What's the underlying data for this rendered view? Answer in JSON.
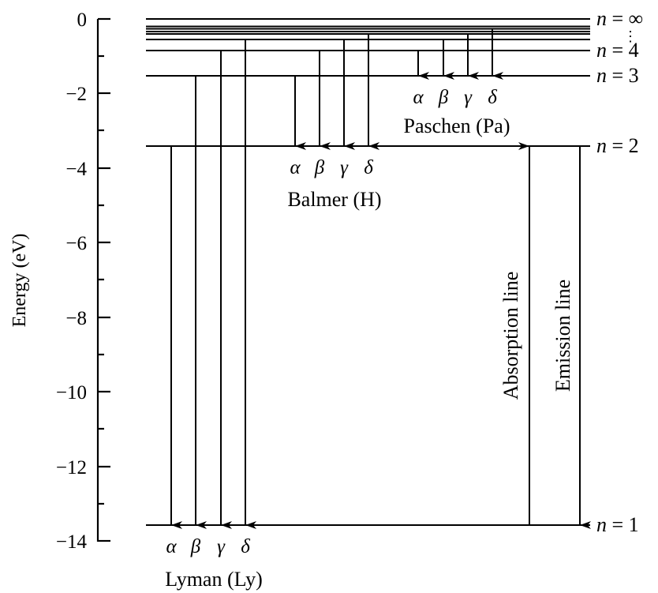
{
  "chart_data": {
    "type": "energy-level-diagram",
    "title": "",
    "ylabel": "Energy (eV)",
    "xlabel": "",
    "ylim": [
      -14,
      0
    ],
    "yticks_major": [
      0,
      -2,
      -4,
      -6,
      -8,
      -10,
      -12,
      -14
    ],
    "ytick_labels": [
      "0",
      "−2",
      "−4",
      "−6",
      "−8",
      "−10",
      "−12",
      "−14"
    ],
    "yticks_minor": [
      -1,
      -3,
      -5,
      -7,
      -9,
      -11,
      -13
    ],
    "levels": [
      {
        "n": "1",
        "energy": -13.6,
        "label": "n = 1"
      },
      {
        "n": "2",
        "energy": -3.4,
        "label": "n = 2"
      },
      {
        "n": "3",
        "energy": -1.51,
        "label": "n = 3"
      },
      {
        "n": "4",
        "energy": -0.85,
        "label": "n = 4"
      },
      {
        "n": "5",
        "energy": -0.54
      },
      {
        "n": "6",
        "energy": -0.38
      },
      {
        "n": "7",
        "energy": -0.28
      },
      {
        "n": "8",
        "energy": -0.21
      },
      {
        "n": "∞",
        "energy": 0,
        "label": "n = ∞"
      }
    ],
    "series": [
      {
        "name": "Lyman (Ly)",
        "lower_level": 1,
        "transitions": [
          {
            "label": "α",
            "from": 2,
            "to": 1
          },
          {
            "label": "β",
            "from": 3,
            "to": 1
          },
          {
            "label": "γ",
            "from": 4,
            "to": 1
          },
          {
            "label": "δ",
            "from": 5,
            "to": 1
          }
        ]
      },
      {
        "name": "Balmer (H)",
        "lower_level": 2,
        "transitions": [
          {
            "label": "α",
            "from": 3,
            "to": 2
          },
          {
            "label": "β",
            "from": 4,
            "to": 2
          },
          {
            "label": "γ",
            "from": 5,
            "to": 2
          },
          {
            "label": "δ",
            "from": 6,
            "to": 2
          }
        ]
      },
      {
        "name": "Paschen (Pa)",
        "lower_level": 3,
        "transitions": [
          {
            "label": "α",
            "from": 4,
            "to": 3
          },
          {
            "label": "β",
            "from": 5,
            "to": 3
          },
          {
            "label": "γ",
            "from": 6,
            "to": 3
          },
          {
            "label": "δ",
            "from": 7,
            "to": 3
          }
        ]
      }
    ],
    "annotations": [
      {
        "text": "Absorption line",
        "from": 1,
        "to": 2,
        "direction": "up"
      },
      {
        "text": "Emission line",
        "from": 2,
        "to": 1,
        "direction": "down"
      }
    ],
    "grid": false
  },
  "axis": {
    "title": "Energy (eV)",
    "ticks": [
      "0",
      "−2",
      "−4",
      "−6",
      "−8",
      "−10",
      "−12",
      "−14"
    ]
  },
  "levels": {
    "n_inf": {
      "var": "n",
      "eq": " = ",
      "val": "∞"
    },
    "n4": {
      "var": "n",
      "eq": " = ",
      "val": "4"
    },
    "n3": {
      "var": "n",
      "eq": " = ",
      "val": "3"
    },
    "n2": {
      "var": "n",
      "eq": " = ",
      "val": "2"
    },
    "n1": {
      "var": "n",
      "eq": " = ",
      "val": "1"
    },
    "ellipsis": "⋮"
  },
  "series": {
    "lyman": {
      "name": "Lyman (Ly)",
      "greek": [
        "α",
        "β",
        "γ",
        "δ"
      ]
    },
    "balmer": {
      "name": "Balmer (H)",
      "greek": [
        "α",
        "β",
        "γ",
        "δ"
      ]
    },
    "paschen": {
      "name": "Paschen (Pa)",
      "greek": [
        "α",
        "β",
        "γ",
        "δ"
      ]
    }
  },
  "annotations": {
    "absorption": "Absorption line",
    "emission": "Emission line"
  },
  "colors": {
    "ink": "#000000",
    "background": "#ffffff"
  }
}
